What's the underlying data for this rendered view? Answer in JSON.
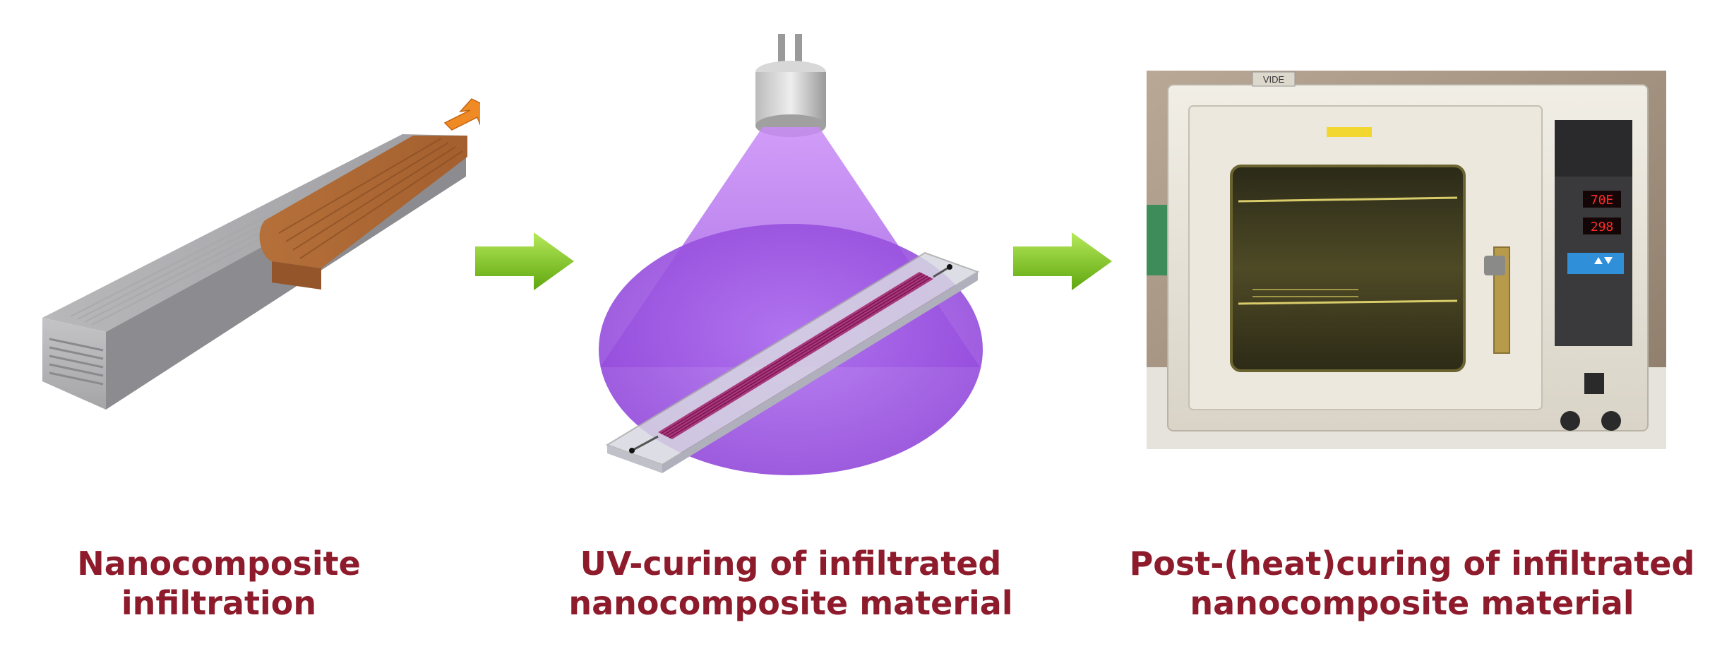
{
  "steps": [
    {
      "id": "infiltration",
      "caption_lines": [
        "Nanocomposite",
        "infiltration"
      ]
    },
    {
      "id": "uv-curing",
      "caption_lines": [
        "UV-curing of infiltrated",
        "nanocomposite material"
      ]
    },
    {
      "id": "heat-curing",
      "caption_lines": [
        "Post-(heat)curing of infiltrated",
        "nanocomposite material"
      ]
    }
  ],
  "oven": {
    "top_label": "VIDE",
    "display_top": "70E",
    "display_bottom": "298"
  },
  "colors": {
    "caption": "#8e1b2c",
    "arrow": "#7dc21e",
    "uv_cone": "#b070f0",
    "nanocomposite": "#b8703a",
    "mold": "#a9a9ad",
    "oven_display": "#ff2a2a",
    "oven_button": "#2f8fd8"
  },
  "icons": [
    "process-arrow-icon",
    "injection-arrow-icon"
  ]
}
